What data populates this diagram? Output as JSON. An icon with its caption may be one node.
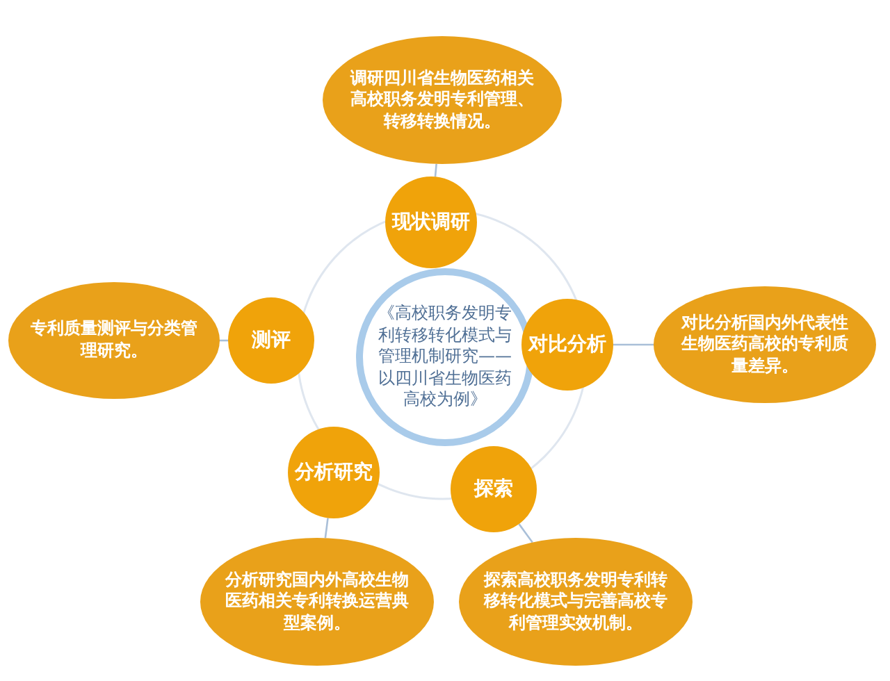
{
  "diagram": {
    "nodes": [
      {
        "text": [
          "《高校职务发明专利转移转化模式与管理机制研究——以四川省生物医药高校为例》"
        ]
      },
      {
        "text": [
          "现状调研"
        ]
      },
      {
        "text": [
          "对比分析"
        ]
      },
      {
        "text": [
          "探索"
        ]
      },
      {
        "text": [
          "分析研究"
        ]
      },
      {
        "text": [
          "测评"
        ]
      },
      {
        "text": [
          "调研四川省生物医药相关高校职务发明专利管理、转移转换情况。"
        ]
      },
      {
        "text": [
          "对比分析国内外代表性生物医药高校的专利质量差异。"
        ]
      },
      {
        "text": [
          "探索高校职务发明专利转移转化模式与完善高校专利管理实效机制。"
        ]
      },
      {
        "text": [
          "分析研究国内外高校生物医药相关专利转换运营典型案例。"
        ]
      },
      {
        "text": [
          "专利质量测评与分类管理研究。"
        ]
      }
    ],
    "edges": [
      {
        "from": 1,
        "to": 6,
        "arrow": "none"
      },
      {
        "from": 2,
        "to": 7,
        "arrow": "none"
      },
      {
        "from": 3,
        "to": 8,
        "arrow": "none"
      },
      {
        "from": 4,
        "to": 9,
        "arrow": "none"
      },
      {
        "from": 5,
        "to": 10,
        "arrow": "none"
      }
    ]
  }
}
